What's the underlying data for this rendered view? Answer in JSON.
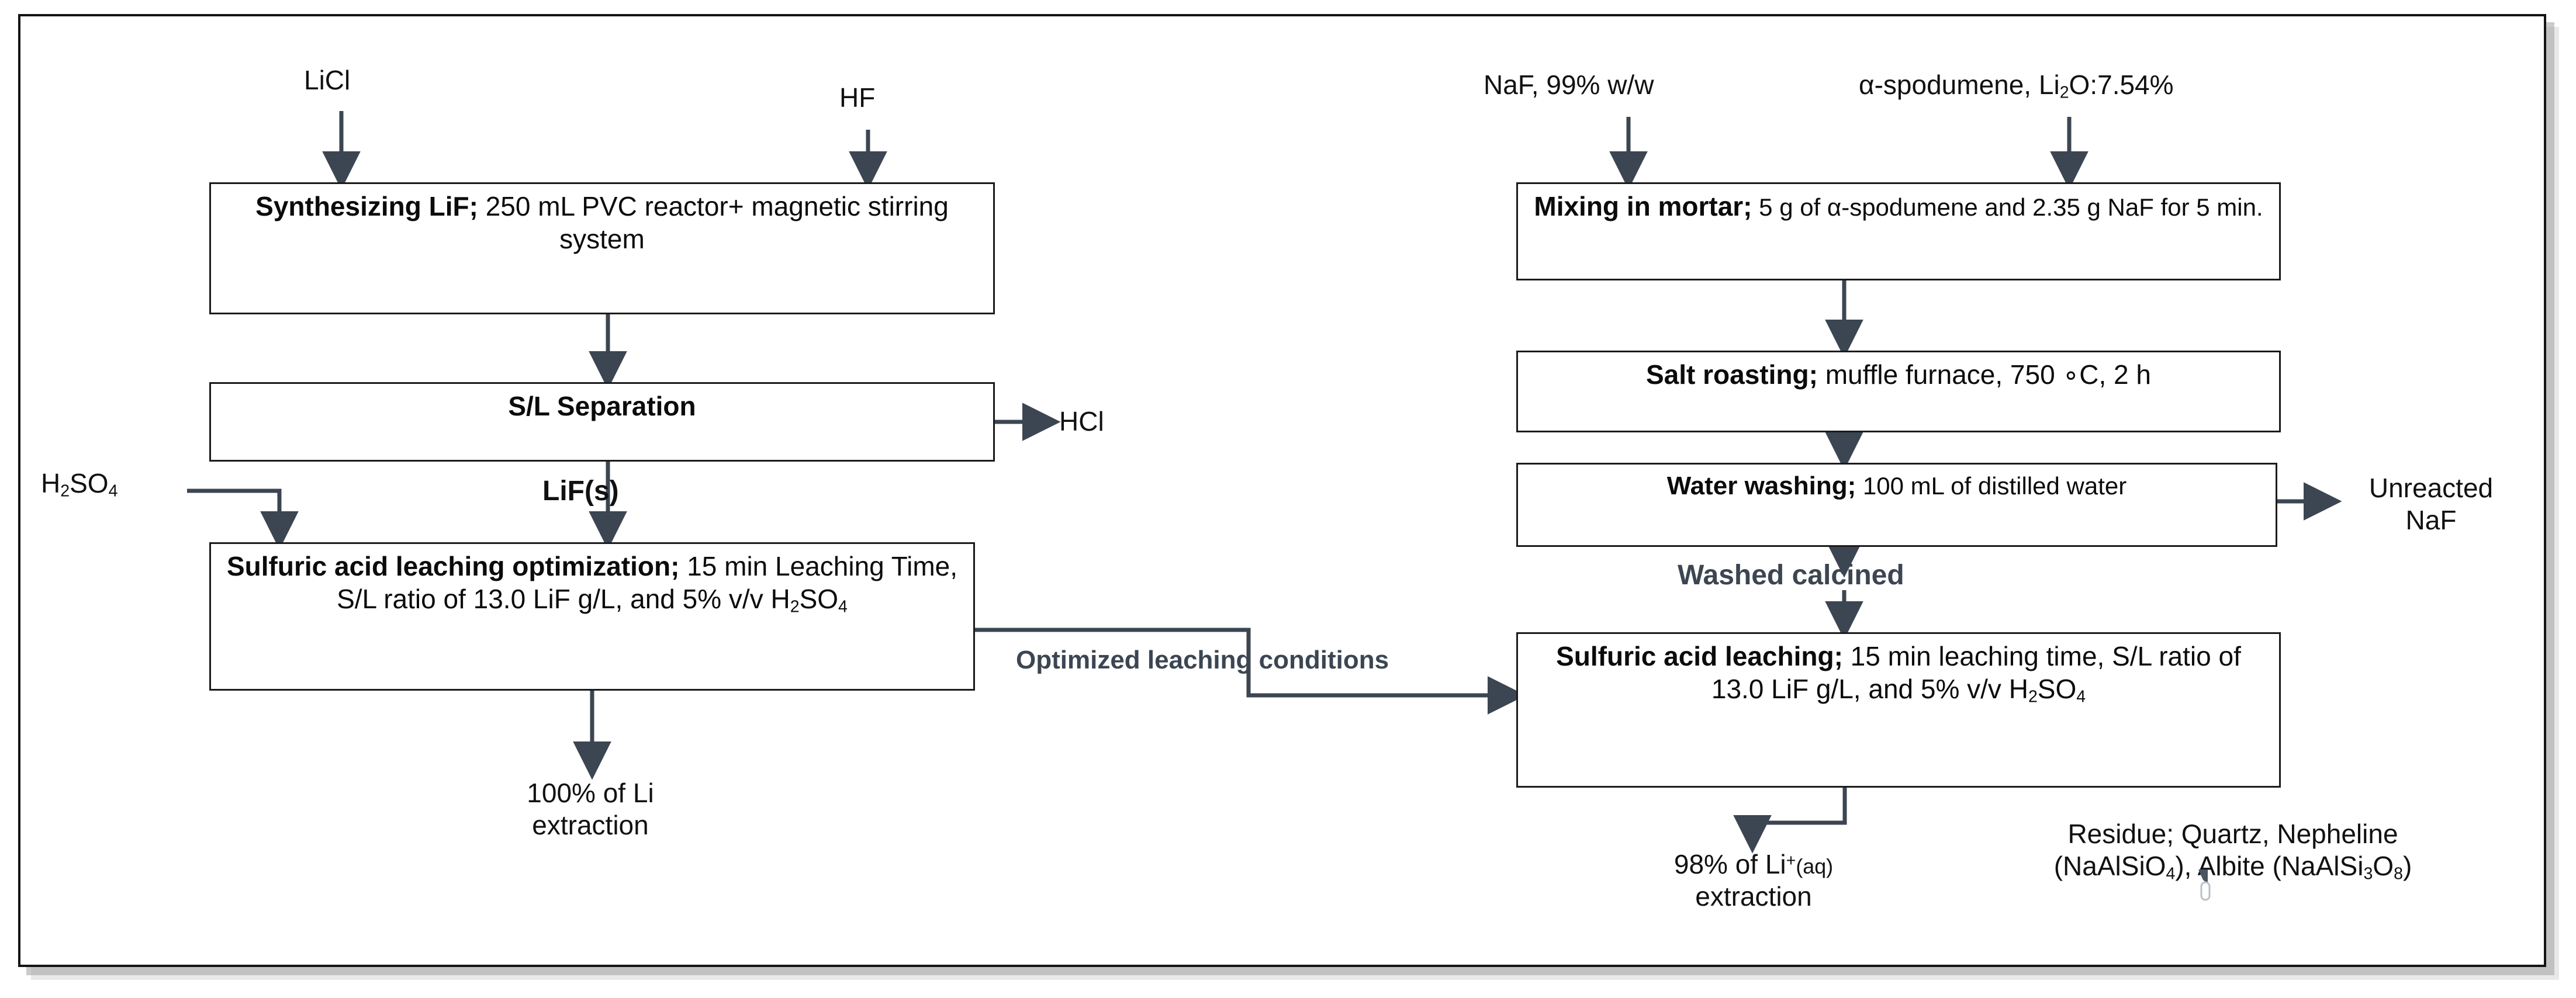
{
  "diagram": {
    "title": "Lithium extraction process flowsheet",
    "colors": {
      "box_border": "#1b1b1b",
      "arrow": "#3c4652",
      "text": "#111111",
      "accent_label": "#3c4652",
      "frame_border": "#141414",
      "background": "#ffffff"
    }
  },
  "left_branch": {
    "inputs": [
      {
        "id": "licl",
        "label": "LiCl"
      },
      {
        "id": "hf",
        "label": "HF"
      },
      {
        "id": "h2so4",
        "label_parts": [
          "H",
          "2",
          "SO",
          "4"
        ],
        "label": "H2SO4"
      }
    ],
    "boxes": [
      {
        "id": "synthesizing-lif",
        "heading": "Synthesizing LiF;",
        "detail": " 250 mL PVC reactor+ magnetic stirring system"
      },
      {
        "id": "sl-separation",
        "heading": "S/L Separation",
        "detail": ""
      },
      {
        "id": "sulfuric-acid-leaching-optimization",
        "heading": "Sulfuric acid leaching optimization;",
        "detail": " 15 min Leaching Time, S/L ratio of 13.0 LiF g/L, and 5% v/v H2SO4"
      }
    ],
    "edge_labels": [
      {
        "id": "hcl",
        "label": "HCl"
      },
      {
        "id": "lif-s",
        "label": "LiF(s)"
      }
    ],
    "outputs": [
      {
        "id": "li-extraction-100",
        "line1": "100% of Li",
        "line2": "extraction"
      }
    ]
  },
  "connector": {
    "id": "optimized-leaching-conditions",
    "label": "Optimized leaching conditions"
  },
  "right_branch": {
    "inputs": [
      {
        "id": "naf",
        "label": "NaF, 99% w/w"
      },
      {
        "id": "alpha-spodumene",
        "label": "α-spodumene, Li2O:7.54%"
      }
    ],
    "boxes": [
      {
        "id": "mixing-in-mortar",
        "heading": "Mixing in mortar;",
        "detail": " 5 g of α-spodumene and 2.35 g NaF for 5 min."
      },
      {
        "id": "salt-roasting",
        "heading": "Salt roasting;",
        "detail": " muffle furnace, 750 ∘C, 2 h"
      },
      {
        "id": "water-washing",
        "heading": "Water washing;",
        "detail": " 100 mL of distilled water"
      },
      {
        "id": "sulfuric-acid-leaching",
        "heading": "Sulfuric acid leaching;",
        "detail": " 15 min leaching time, S/L ratio of 13.0 LiF g/L, and 5% v/v H2SO4"
      }
    ],
    "edge_labels": [
      {
        "id": "washed-calcined",
        "label": "Washed calcined"
      }
    ],
    "outputs": [
      {
        "id": "unreacted-naf",
        "line1": "Unreacted",
        "line2": "NaF"
      },
      {
        "id": "li-aq-extraction-98",
        "line1": "98% of Li+(aq)",
        "line2": "extraction"
      },
      {
        "id": "residue",
        "line1": "Residue; Quartz, Nepheline",
        "line2": "(NaAlSiO4), Albite (NaAlSi3O8)"
      }
    ]
  },
  "text": {
    "licl": "LiCl",
    "hf": "HF",
    "hcl": "HCl",
    "lif_s": "LiF(s)",
    "naf_input": "NaF, 99% w/w",
    "li_100_l1": "100% of Li",
    "li_100_l2": "extraction",
    "unreacted_l1": "Unreacted",
    "unreacted_l2": "NaF",
    "washed_calcined": "Washed calcined",
    "optimized": "Optimized leaching conditions",
    "extraction_l2": "extraction",
    "sl_separation": "S/L Separation",
    "synth_head": "Synthesizing LiF;",
    "synth_detail": " 250 mL PVC reactor+ magnetic stirring system",
    "mixing_head": "Mixing in mortar;",
    "mixing_detail": " 5 g of α-spodumene and 2.35 g NaF for 5 min.",
    "roast_head": "Salt roasting;",
    "roast_detail": " muffle furnace, 750 ∘C, 2 h",
    "wash_head": "Water washing;",
    "wash_detail": " 100 mL of distilled water",
    "opt_head": "Sulfuric acid leaching optimization;",
    "leach_head": "Sulfuric acid leaching;"
  }
}
